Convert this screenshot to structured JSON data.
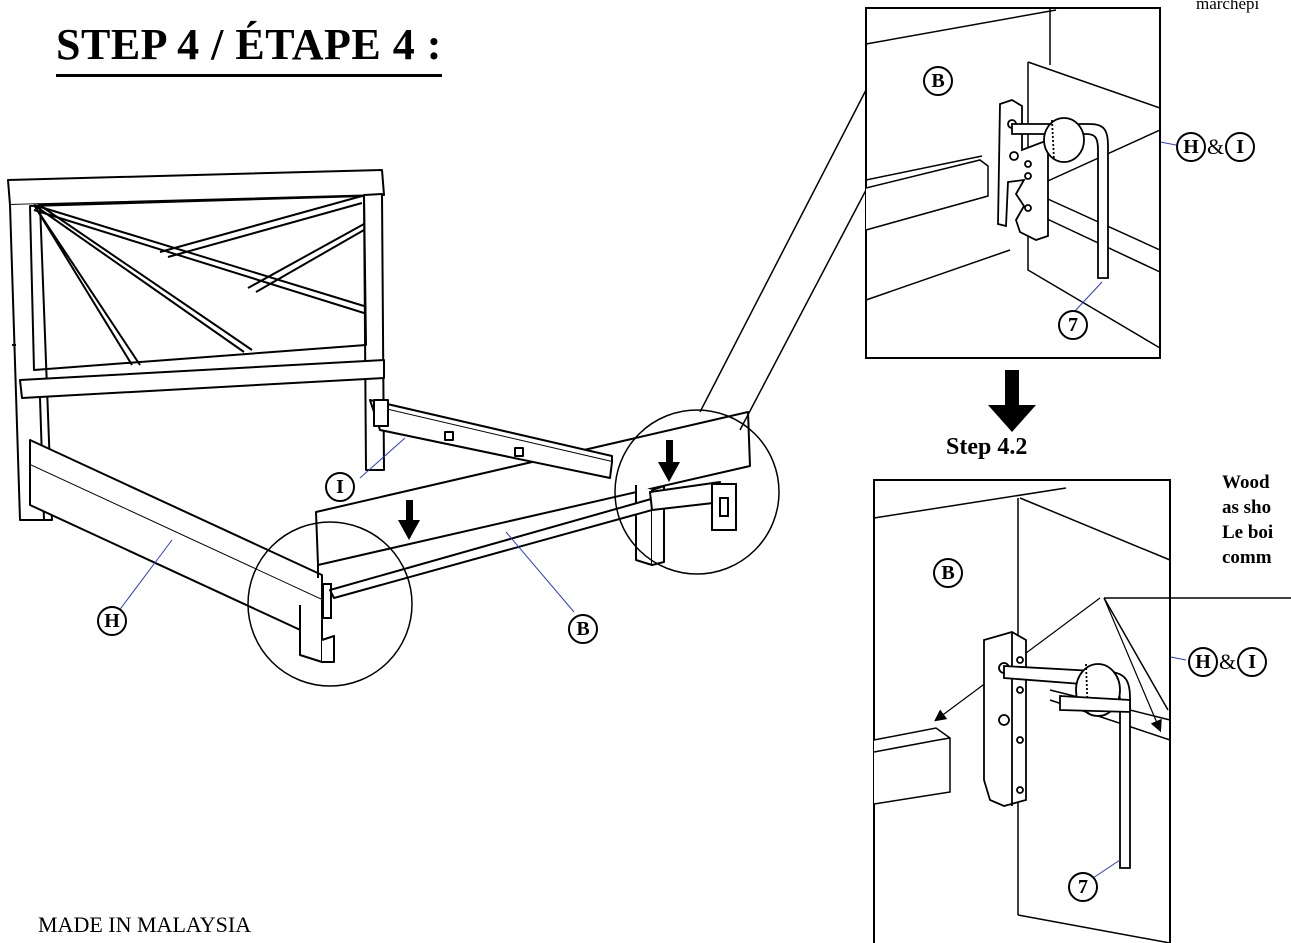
{
  "page": {
    "title": "STEP 4 / ÉTAPE 4 :",
    "footer": "MADE IN MALAYSIA",
    "corner_fragment": "marchepi"
  },
  "main_view": {
    "labels": {
      "I": "I",
      "H": "H",
      "B": "B"
    }
  },
  "detail_top": {
    "label_b": "B",
    "label_h": "H",
    "ampersand": "&",
    "label_i": "I",
    "label_tool": "7"
  },
  "step_42": {
    "label": "Step 4.2"
  },
  "detail_bottom": {
    "label_b": "B",
    "label_h": "H",
    "ampersand": "&",
    "label_i": "I",
    "label_tool": "7"
  },
  "note": {
    "lines": [
      "Wood",
      "as sho",
      "Le boi",
      "comm"
    ]
  }
}
